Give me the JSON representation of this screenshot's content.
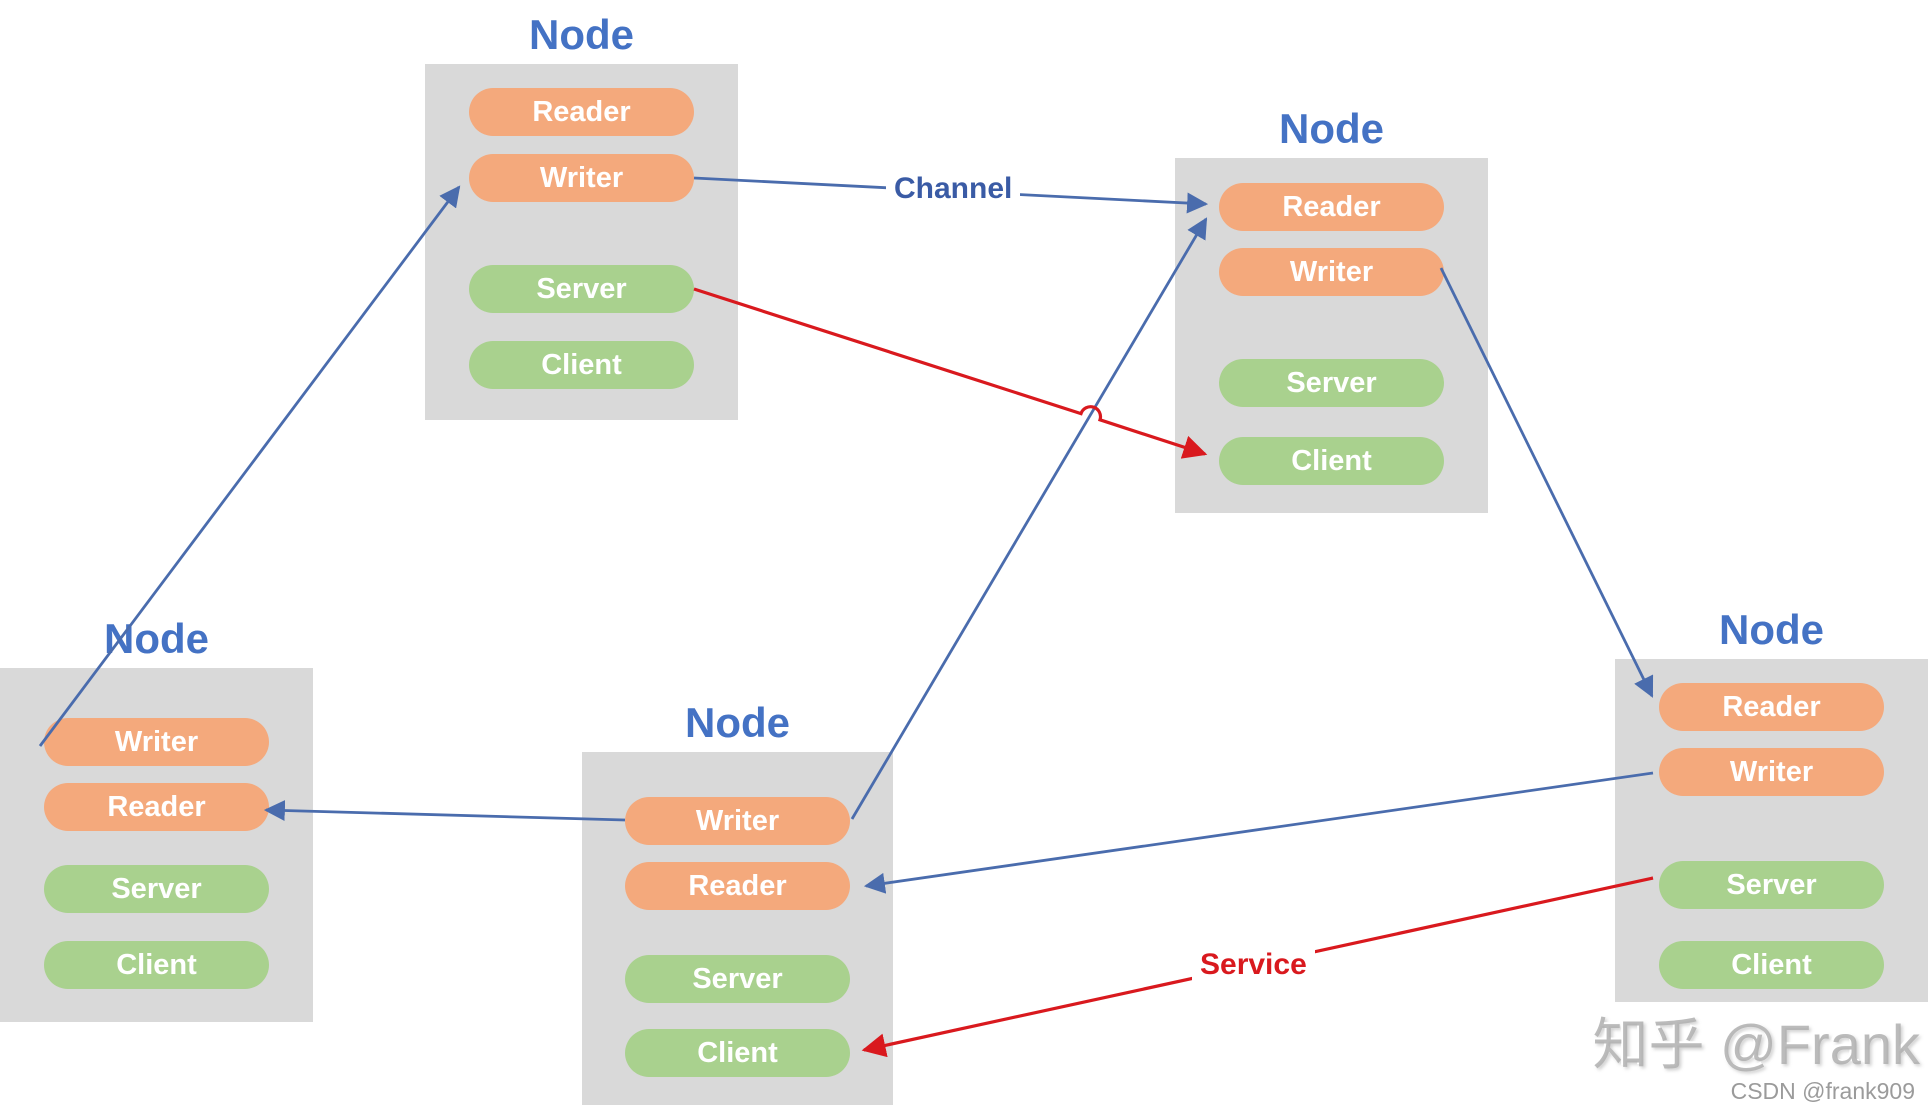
{
  "diagram": {
    "nodes": [
      {
        "id": "node-top-left",
        "title": "Node",
        "pills": [
          {
            "label": "Reader",
            "kind": "reader"
          },
          {
            "label": "Writer",
            "kind": "writer"
          },
          {
            "label": "Server",
            "kind": "server"
          },
          {
            "label": "Client",
            "kind": "client"
          }
        ]
      },
      {
        "id": "node-top-right",
        "title": "Node",
        "pills": [
          {
            "label": "Reader",
            "kind": "reader"
          },
          {
            "label": "Writer",
            "kind": "writer"
          },
          {
            "label": "Server",
            "kind": "server"
          },
          {
            "label": "Client",
            "kind": "client"
          }
        ]
      },
      {
        "id": "node-left",
        "title": "Node",
        "pills": [
          {
            "label": "Writer",
            "kind": "writer"
          },
          {
            "label": "Reader",
            "kind": "reader"
          },
          {
            "label": "Server",
            "kind": "server"
          },
          {
            "label": "Client",
            "kind": "client"
          }
        ]
      },
      {
        "id": "node-middle",
        "title": "Node",
        "pills": [
          {
            "label": "Writer",
            "kind": "writer"
          },
          {
            "label": "Reader",
            "kind": "reader"
          },
          {
            "label": "Server",
            "kind": "server"
          },
          {
            "label": "Client",
            "kind": "client"
          }
        ]
      },
      {
        "id": "node-bottom-right",
        "title": "Node",
        "pills": [
          {
            "label": "Reader",
            "kind": "reader"
          },
          {
            "label": "Writer",
            "kind": "writer"
          },
          {
            "label": "Server",
            "kind": "server"
          },
          {
            "label": "Client",
            "kind": "client"
          }
        ]
      }
    ],
    "edge_labels": {
      "channel": "Channel",
      "service": "Service"
    },
    "edges": [
      {
        "kind": "channel",
        "from": "node-left.Writer",
        "to": "node-top-left.Writer"
      },
      {
        "kind": "channel",
        "from": "node-top-left.Writer",
        "to": "node-top-right.Reader",
        "label": "Channel"
      },
      {
        "kind": "service",
        "from": "node-top-left.Server",
        "to": "node-top-right.Client"
      },
      {
        "kind": "channel",
        "from": "node-middle.Writer",
        "to": "node-top-right.Reader"
      },
      {
        "kind": "channel",
        "from": "node-top-right.Writer",
        "to": "node-bottom-right.Reader"
      },
      {
        "kind": "channel",
        "from": "node-middle.Writer",
        "to": "node-left.Reader"
      },
      {
        "kind": "channel",
        "from": "node-bottom-right.Writer",
        "to": "node-middle.Reader"
      },
      {
        "kind": "service",
        "from": "node-bottom-right.Server",
        "to": "node-middle.Client",
        "label": "Service"
      }
    ],
    "watermarks": {
      "zhihu": "知乎 @Frank",
      "csdn": "CSDN @frank909"
    },
    "colors": {
      "node_box": "#d9d9d9",
      "pill_orange": "#f4a97c",
      "pill_green": "#a9d18e",
      "node_title_blue": "#4472c4",
      "edge_blue": "#4a6cad",
      "edge_red": "#d9191e",
      "channel_label_blue": "#3a5ba5",
      "pill_text": "#ffffff"
    }
  }
}
